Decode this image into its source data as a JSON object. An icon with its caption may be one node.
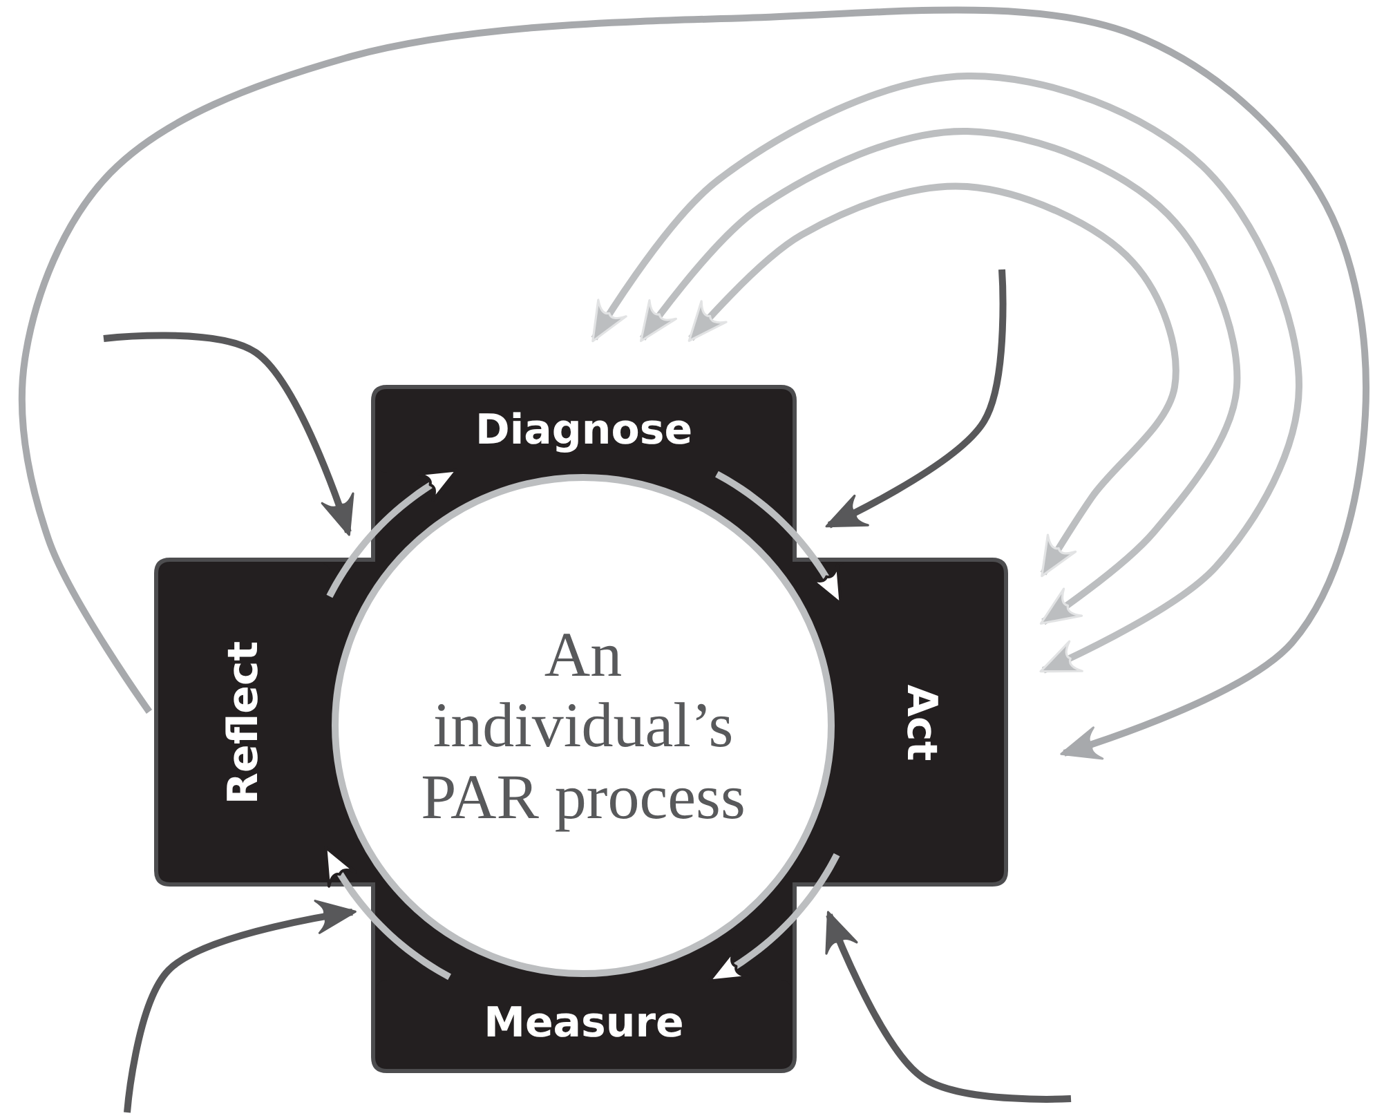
{
  "diagram": {
    "nodes": [
      {
        "text": [
          "Diagnose"
        ]
      },
      {
        "text": [
          "Reflect"
        ]
      },
      {
        "text": [
          "Act"
        ]
      },
      {
        "text": [
          "Measure"
        ]
      },
      {
        "text": [
          "An individual’s PAR process"
        ]
      }
    ],
    "edges": [
      {
        "from": 1,
        "to": 0,
        "arrow": "to"
      },
      {
        "from": 0,
        "to": 2,
        "arrow": "to"
      },
      {
        "from": 2,
        "to": 3,
        "arrow": "to"
      },
      {
        "from": 3,
        "to": 1,
        "arrow": "to"
      },
      {
        "from": null,
        "to": 0,
        "arrow": "to",
        "color": "#58585a"
      },
      {
        "from": null,
        "to": 2,
        "arrow": "to",
        "color": "#58585a"
      },
      {
        "from": null,
        "to": 1,
        "arrow": "to",
        "color": "#58585a"
      },
      {
        "from": null,
        "to": 3,
        "arrow": "to",
        "color": "#58585a"
      },
      {
        "from": 1,
        "to": 2,
        "arrow": "to",
        "color": "#a7a9ac"
      },
      {
        "from": 0,
        "to": 2,
        "arrow": "both",
        "color": "#bcbec0"
      },
      {
        "from": 0,
        "to": 2,
        "arrow": "both",
        "color": "#bcbec0"
      },
      {
        "from": 0,
        "to": 2,
        "arrow": "both",
        "color": "#bcbec0"
      }
    ]
  }
}
